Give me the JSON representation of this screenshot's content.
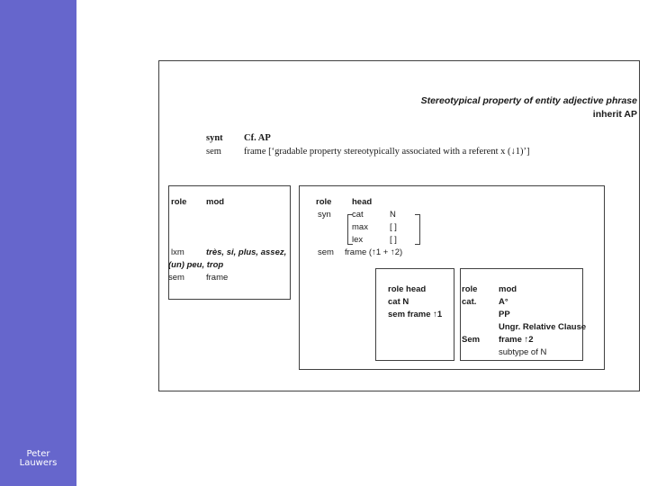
{
  "sidebar": {
    "author_line1": "Peter",
    "author_line2": "Lauwers"
  },
  "slide": {
    "title": "Stereotypical property of entity adjective phrase",
    "inherit": "inherit AP",
    "top": {
      "synt_key": "synt",
      "synt_val": "Cf. AP",
      "sem_key": "sem",
      "sem_val": "frame [‘gradable property stereotypically associated with a referent x (↓1)’]"
    },
    "left_box": {
      "role_key": "role",
      "role_val": "mod",
      "lxm_key": "lxm",
      "lxm_val": "très, si, plus, assez,",
      "lxm_val2": "(un) peu, trop",
      "sem_key": "sem",
      "sem_val": "frame"
    },
    "right_box": {
      "role_key": "role",
      "role_val": "head",
      "syn_key": "syn",
      "cat_key": "cat",
      "cat_val": "N",
      "max_key": "max",
      "max_val": "[ ]",
      "lex_key": "lex",
      "lex_val": "[ ]",
      "sem_key": "sem",
      "sem_val": "frame (↑1 + ↑2)",
      "inner_head": {
        "line1": "role head",
        "line2": "cat N",
        "line3": "sem frame ↑1"
      },
      "inner_mod": {
        "role_key": "role",
        "role_val": "mod",
        "cat_key": "cat.",
        "cat_vals": [
          "A°",
          "PP",
          "Ungr. Relative Clause"
        ],
        "sem_key": "Sem",
        "sem_val": "frame ↑2",
        "subtype": "subtype of N"
      }
    }
  }
}
